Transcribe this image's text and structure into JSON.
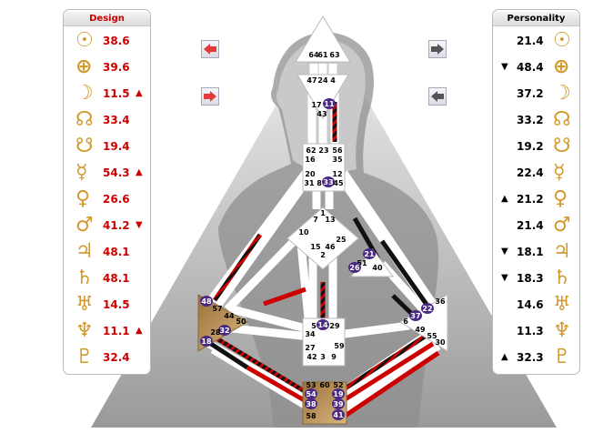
{
  "design": {
    "title": "Design",
    "planets": [
      {
        "icon": "sun-icon",
        "glyph": "☉",
        "value": "38.6",
        "arrow": ""
      },
      {
        "icon": "earth-icon",
        "glyph": "⊕",
        "value": "39.6",
        "arrow": ""
      },
      {
        "icon": "moon-icon",
        "glyph": "☽",
        "value": "11.5",
        "arrow": "▲"
      },
      {
        "icon": "north-node-icon",
        "glyph": "☊",
        "value": "33.4",
        "arrow": ""
      },
      {
        "icon": "south-node-icon",
        "glyph": "☋",
        "value": "19.4",
        "arrow": ""
      },
      {
        "icon": "mercury-icon",
        "glyph": "☿",
        "value": "54.3",
        "arrow": "▲"
      },
      {
        "icon": "venus-icon",
        "glyph": "♀",
        "value": "26.6",
        "arrow": ""
      },
      {
        "icon": "mars-icon",
        "glyph": "♂",
        "value": "41.2",
        "arrow": "▼"
      },
      {
        "icon": "jupiter-icon",
        "glyph": "♃",
        "value": "48.1",
        "arrow": ""
      },
      {
        "icon": "saturn-icon",
        "glyph": "♄",
        "value": "48.1",
        "arrow": ""
      },
      {
        "icon": "uranus-icon",
        "glyph": "♅",
        "value": "14.5",
        "arrow": ""
      },
      {
        "icon": "neptune-icon",
        "glyph": "♆",
        "value": "11.1",
        "arrow": "▲"
      },
      {
        "icon": "pluto-icon",
        "glyph": "♇",
        "value": "32.4",
        "arrow": ""
      }
    ]
  },
  "personality": {
    "title": "Personality",
    "planets": [
      {
        "icon": "sun-icon",
        "glyph": "☉",
        "value": "21.4",
        "arrow": ""
      },
      {
        "icon": "earth-icon",
        "glyph": "⊕",
        "value": "48.4",
        "arrow": "▼"
      },
      {
        "icon": "moon-icon",
        "glyph": "☽",
        "value": "37.2",
        "arrow": ""
      },
      {
        "icon": "north-node-icon",
        "glyph": "☊",
        "value": "33.2",
        "arrow": ""
      },
      {
        "icon": "south-node-icon",
        "glyph": "☋",
        "value": "19.2",
        "arrow": ""
      },
      {
        "icon": "mercury-icon",
        "glyph": "☿",
        "value": "22.4",
        "arrow": ""
      },
      {
        "icon": "venus-icon",
        "glyph": "♀",
        "value": "21.2",
        "arrow": "▲"
      },
      {
        "icon": "mars-icon",
        "glyph": "♂",
        "value": "21.4",
        "arrow": ""
      },
      {
        "icon": "jupiter-icon",
        "glyph": "♃",
        "value": "18.1",
        "arrow": "▼"
      },
      {
        "icon": "saturn-icon",
        "glyph": "♄",
        "value": "18.3",
        "arrow": "▼"
      },
      {
        "icon": "uranus-icon",
        "glyph": "♅",
        "value": "14.6",
        "arrow": ""
      },
      {
        "icon": "neptune-icon",
        "glyph": "♆",
        "value": "11.3",
        "arrow": ""
      },
      {
        "icon": "pluto-icon",
        "glyph": "♇",
        "value": "32.3",
        "arrow": "▲"
      }
    ]
  },
  "colors": {
    "design": "#cc0000",
    "personality": "#000000",
    "glyph": "#d29a2c",
    "active_gate": "#4b2a84",
    "defined_center": "#b48a52",
    "undefined_center": "#ffffff"
  },
  "controls": {
    "design_prev": "left-arrow-icon",
    "design_next": "right-arrow-icon",
    "personality_next": "right-arrow-icon",
    "personality_prev": "left-arrow-icon"
  },
  "bodygraph": {
    "centers": [
      {
        "name": "head",
        "defined": false
      },
      {
        "name": "ajna",
        "defined": false
      },
      {
        "name": "throat",
        "defined": false
      },
      {
        "name": "g",
        "defined": false
      },
      {
        "name": "ego",
        "defined": false
      },
      {
        "name": "sacral",
        "defined": false
      },
      {
        "name": "spleen",
        "defined": true
      },
      {
        "name": "solar-plexus",
        "defined": false
      },
      {
        "name": "root",
        "defined": true
      }
    ],
    "gates": [
      {
        "n": "64",
        "active": false
      },
      {
        "n": "61",
        "active": false
      },
      {
        "n": "63",
        "active": false
      },
      {
        "n": "47",
        "active": false
      },
      {
        "n": "24",
        "active": false
      },
      {
        "n": "4",
        "active": false
      },
      {
        "n": "17",
        "active": false
      },
      {
        "n": "11",
        "active": true
      },
      {
        "n": "43",
        "active": false
      },
      {
        "n": "62",
        "active": false
      },
      {
        "n": "23",
        "active": false
      },
      {
        "n": "56",
        "active": false
      },
      {
        "n": "16",
        "active": false
      },
      {
        "n": "35",
        "active": false
      },
      {
        "n": "20",
        "active": false
      },
      {
        "n": "12",
        "active": false
      },
      {
        "n": "31",
        "active": false
      },
      {
        "n": "8",
        "active": false
      },
      {
        "n": "33",
        "active": true
      },
      {
        "n": "45",
        "active": false
      },
      {
        "n": "1",
        "active": false
      },
      {
        "n": "7",
        "active": false
      },
      {
        "n": "13",
        "active": false
      },
      {
        "n": "10",
        "active": false
      },
      {
        "n": "25",
        "active": false
      },
      {
        "n": "15",
        "active": false
      },
      {
        "n": "46",
        "active": false
      },
      {
        "n": "2",
        "active": false
      },
      {
        "n": "21",
        "active": true
      },
      {
        "n": "51",
        "active": false
      },
      {
        "n": "26",
        "active": true
      },
      {
        "n": "40",
        "active": false
      },
      {
        "n": "48",
        "active": true
      },
      {
        "n": "57",
        "active": false
      },
      {
        "n": "44",
        "active": false
      },
      {
        "n": "50",
        "active": false
      },
      {
        "n": "32",
        "active": true
      },
      {
        "n": "28",
        "active": false
      },
      {
        "n": "18",
        "active": true
      },
      {
        "n": "36",
        "active": false
      },
      {
        "n": "22",
        "active": true
      },
      {
        "n": "6",
        "active": false
      },
      {
        "n": "37",
        "active": true
      },
      {
        "n": "49",
        "active": false
      },
      {
        "n": "55",
        "active": false
      },
      {
        "n": "30",
        "active": false
      },
      {
        "n": "5",
        "active": false
      },
      {
        "n": "14",
        "active": true
      },
      {
        "n": "29",
        "active": false
      },
      {
        "n": "34",
        "active": false
      },
      {
        "n": "27",
        "active": false
      },
      {
        "n": "59",
        "active": false
      },
      {
        "n": "42",
        "active": false
      },
      {
        "n": "3",
        "active": false
      },
      {
        "n": "9",
        "active": false
      },
      {
        "n": "53",
        "active": false
      },
      {
        "n": "60",
        "active": false
      },
      {
        "n": "52",
        "active": false
      },
      {
        "n": "54",
        "active": true
      },
      {
        "n": "19",
        "active": true
      },
      {
        "n": "38",
        "active": true
      },
      {
        "n": "39",
        "active": true
      },
      {
        "n": "58",
        "active": false
      },
      {
        "n": "41",
        "active": true
      }
    ]
  }
}
